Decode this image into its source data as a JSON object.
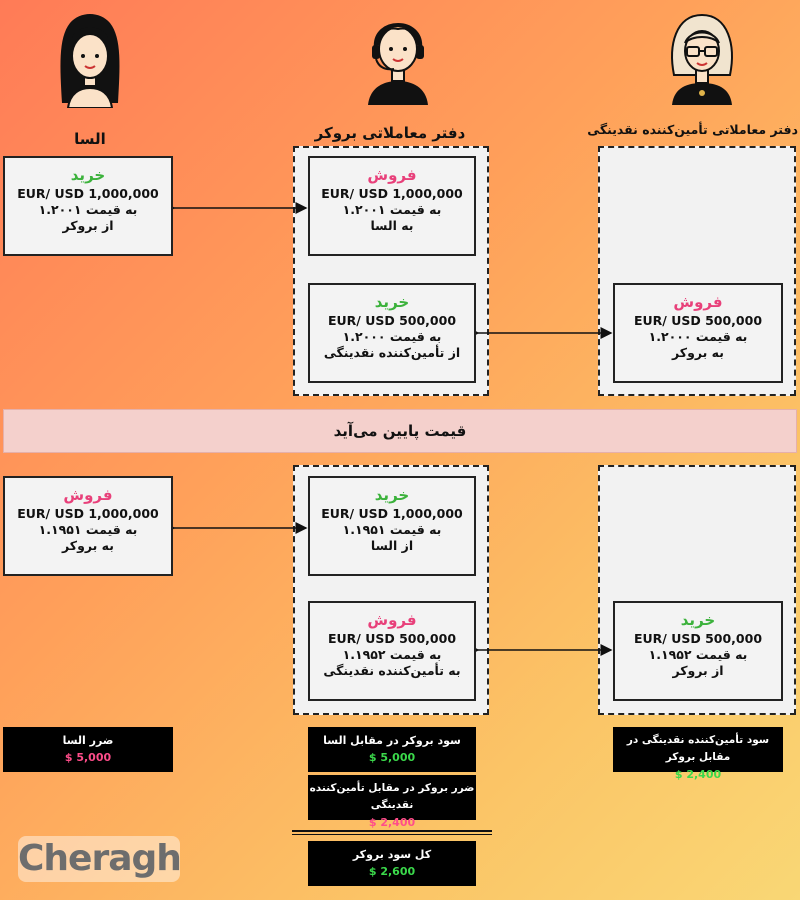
{
  "columns": {
    "elsa": "السا",
    "broker": "دفتر معاملاتی بروکر",
    "liquidity_provider": "دفتر معاملاتی تأمین‌کننده نقدینگی"
  },
  "top": {
    "elsa_box": {
      "action": "خرید",
      "line1": "1,000,000 EUR/ USD",
      "line2": "به قیمت ۱.۲۰۰۱",
      "line3": "از بروکر"
    },
    "broker_box1": {
      "action": "فروش",
      "line1": "1,000,000 EUR/ USD",
      "line2": "به قیمت ۱.۲۰۰۱",
      "line3": "به السا"
    },
    "broker_box2": {
      "action": "خرید",
      "line1": "500,000 EUR/ USD",
      "line2": "به قیمت ۱.۲۰۰۰",
      "line3": "از تأمین‌کننده نقدینگی"
    },
    "lp_box": {
      "action": "فروش",
      "line1": "500,000 EUR/ USD",
      "line2": "به قیمت ۱.۲۰۰۰",
      "line3": "به بروکر"
    }
  },
  "banner": "قیمت پایین می‌آید",
  "bottom": {
    "elsa_box": {
      "action": "فروش",
      "line1": "1,000,000 EUR/ USD",
      "line2": "به قیمت ۱.۱۹۵۱",
      "line3": "به بروکر"
    },
    "broker_box1": {
      "action": "خرید",
      "line1": "1,000,000 EUR/ USD",
      "line2": "به قیمت ۱.۱۹۵۱",
      "line3": "از السا"
    },
    "broker_box2": {
      "action": "فروش",
      "line1": "500,000 EUR/ USD",
      "line2": "به قیمت ۱.۱۹۵۲",
      "line3": "به تأمین‌کننده نقدینگی"
    },
    "lp_box": {
      "action": "خرید",
      "line1": "500,000 EUR/ USD",
      "line2": "به قیمت ۱.۱۹۵۲",
      "line3": "از بروکر"
    }
  },
  "results": {
    "elsa_loss": {
      "label": "ضرر السا",
      "amount": "5,000 $"
    },
    "broker_profit_vs_elsa": {
      "label": "سود بروکر در مقابل السا",
      "amount": "5,000 $"
    },
    "broker_loss_vs_lp": {
      "label": "ضرر بروکر در مقابل تأمین‌کننده نقدینگی",
      "amount": "2,400 $"
    },
    "broker_total": {
      "label": "کل سود بروکر",
      "amount": "2,600 $"
    },
    "lp_profit": {
      "label": "سود تأمین‌کننده نقدینگی در مقابل بروکر",
      "amount": "2,400 $"
    }
  },
  "logo": "Cheragh",
  "colors": {
    "buy": "#3cb23c",
    "sell": "#e8407a",
    "profit": "#3bd94b",
    "loss": "#ff4d8a"
  }
}
